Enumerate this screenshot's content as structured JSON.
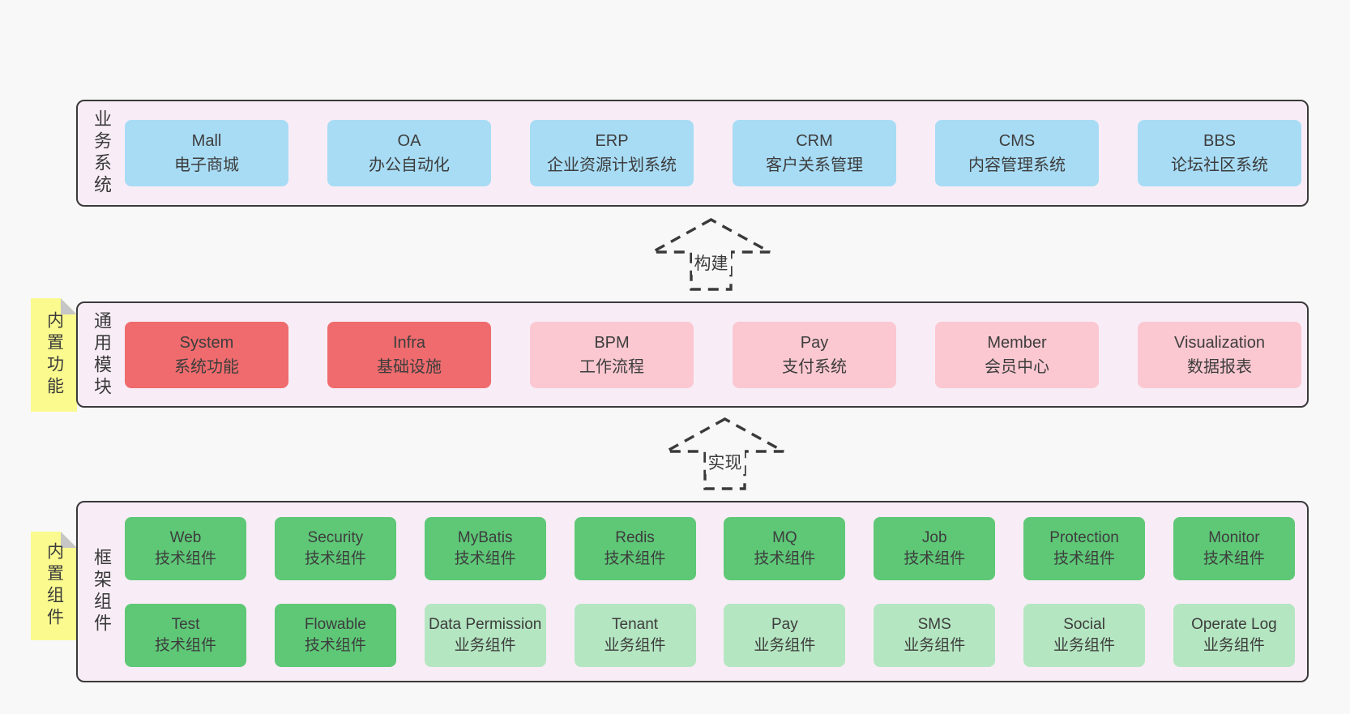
{
  "colors": {
    "bg": "#f8f8f8",
    "panel-bg": "#f8edf6",
    "line": "#3a3a3a",
    "text": "#3a3a3a",
    "blue": "#a8dcf5",
    "red": "#ef6b6d",
    "pink": "#fbc8d1",
    "green": "#5ec877",
    "green-light": "#b4e6c1",
    "yellow": "#fafa8f",
    "fold": "#c6c6c6"
  },
  "stickies": [
    {
      "label": "内置功能"
    },
    {
      "label": "内置组件"
    }
  ],
  "arrows": [
    {
      "label": "构建"
    },
    {
      "label": "实现"
    }
  ],
  "panels": [
    {
      "id": "business-systems",
      "label": "业务系统",
      "rows": [
        [
          {
            "title": "Mall",
            "subtitle": "电子商城",
            "variant": "blue"
          },
          {
            "title": "OA",
            "subtitle": "办公自动化",
            "variant": "blue"
          },
          {
            "title": "ERP",
            "subtitle": "企业资源计划系统",
            "variant": "blue"
          },
          {
            "title": "CRM",
            "subtitle": "客户关系管理",
            "variant": "blue"
          },
          {
            "title": "CMS",
            "subtitle": "内容管理系统",
            "variant": "blue"
          },
          {
            "title": "BBS",
            "subtitle": "论坛社区系统",
            "variant": "blue"
          }
        ]
      ]
    },
    {
      "id": "common-modules",
      "label": "通用模块",
      "rows": [
        [
          {
            "title": "System",
            "subtitle": "系统功能",
            "variant": "red"
          },
          {
            "title": "Infra",
            "subtitle": "基础设施",
            "variant": "red"
          },
          {
            "title": "BPM",
            "subtitle": "工作流程",
            "variant": "pink"
          },
          {
            "title": "Pay",
            "subtitle": "支付系统",
            "variant": "pink"
          },
          {
            "title": "Member",
            "subtitle": "会员中心",
            "variant": "pink"
          },
          {
            "title": "Visualization",
            "subtitle": "数据报表",
            "variant": "pink"
          }
        ]
      ]
    },
    {
      "id": "framework-components",
      "label": "框架组件",
      "rows": [
        [
          {
            "title": "Web",
            "subtitle": "技术组件",
            "variant": "green"
          },
          {
            "title": "Security",
            "subtitle": "技术组件",
            "variant": "green"
          },
          {
            "title": "MyBatis",
            "subtitle": "技术组件",
            "variant": "green"
          },
          {
            "title": "Redis",
            "subtitle": "技术组件",
            "variant": "green"
          },
          {
            "title": "MQ",
            "subtitle": "技术组件",
            "variant": "green"
          },
          {
            "title": "Job",
            "subtitle": "技术组件",
            "variant": "green"
          },
          {
            "title": "Protection",
            "subtitle": "技术组件",
            "variant": "green"
          },
          {
            "title": "Monitor",
            "subtitle": "技术组件",
            "variant": "green"
          }
        ],
        [
          {
            "title": "Test",
            "subtitle": "技术组件",
            "variant": "green"
          },
          {
            "title": "Flowable",
            "subtitle": "技术组件",
            "variant": "green"
          },
          {
            "title": "Data Permission",
            "subtitle": "业务组件",
            "variant": "green-light"
          },
          {
            "title": "Tenant",
            "subtitle": "业务组件",
            "variant": "green-light"
          },
          {
            "title": "Pay",
            "subtitle": "业务组件",
            "variant": "green-light"
          },
          {
            "title": "SMS",
            "subtitle": "业务组件",
            "variant": "green-light"
          },
          {
            "title": "Social",
            "subtitle": "业务组件",
            "variant": "green-light"
          },
          {
            "title": "Operate Log",
            "subtitle": "业务组件",
            "variant": "green-light"
          }
        ]
      ]
    }
  ]
}
